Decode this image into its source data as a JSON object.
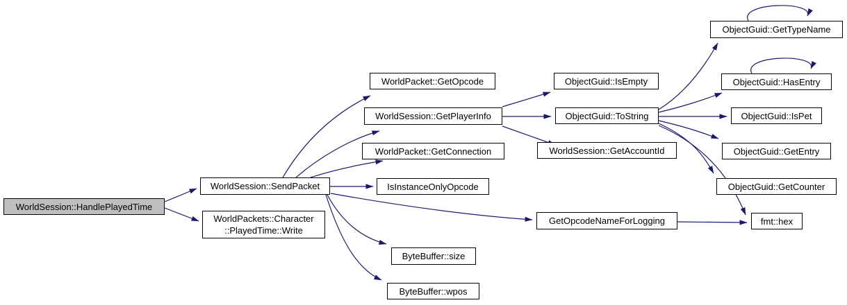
{
  "diagram": {
    "type": "call-graph",
    "colors": {
      "background": "#ffffff",
      "edge": "#191970",
      "node_border": "#000000",
      "node_fill": "#ffffff",
      "highlight_fill": "#bfbfbf",
      "text": "#000000"
    },
    "nodes": [
      {
        "id": "handle-played-time",
        "lines": [
          "WorldSession::HandlePlayedTime"
        ],
        "highlighted": true
      },
      {
        "id": "send-packet",
        "lines": [
          "WorldSession::SendPacket"
        ],
        "highlighted": false
      },
      {
        "id": "played-time-write",
        "lines": [
          "WorldPackets::Character",
          "::PlayedTime::Write"
        ],
        "highlighted": false
      },
      {
        "id": "get-opcode",
        "lines": [
          "WorldPacket::GetOpcode"
        ],
        "highlighted": false
      },
      {
        "id": "get-player-info",
        "lines": [
          "WorldSession::GetPlayerInfo"
        ],
        "highlighted": false
      },
      {
        "id": "get-connection",
        "lines": [
          "WorldPacket::GetConnection"
        ],
        "highlighted": false
      },
      {
        "id": "is-instance-only-opcode",
        "lines": [
          "IsInstanceOnlyOpcode"
        ],
        "highlighted": false
      },
      {
        "id": "byte-buffer-size",
        "lines": [
          "ByteBuffer::size"
        ],
        "highlighted": false
      },
      {
        "id": "byte-buffer-wpos",
        "lines": [
          "ByteBuffer::wpos"
        ],
        "highlighted": false
      },
      {
        "id": "get-opcode-name-for-logging",
        "lines": [
          "GetOpcodeNameForLogging"
        ],
        "highlighted": false
      },
      {
        "id": "is-empty",
        "lines": [
          "ObjectGuid::IsEmpty"
        ],
        "highlighted": false
      },
      {
        "id": "to-string",
        "lines": [
          "ObjectGuid::ToString"
        ],
        "highlighted": false
      },
      {
        "id": "get-account-id",
        "lines": [
          "WorldSession::GetAccountId"
        ],
        "highlighted": false
      },
      {
        "id": "get-type-name",
        "lines": [
          "ObjectGuid::GetTypeName"
        ],
        "highlighted": false
      },
      {
        "id": "has-entry",
        "lines": [
          "ObjectGuid::HasEntry"
        ],
        "highlighted": false
      },
      {
        "id": "is-pet",
        "lines": [
          "ObjectGuid::IsPet"
        ],
        "highlighted": false
      },
      {
        "id": "get-entry",
        "lines": [
          "ObjectGuid::GetEntry"
        ],
        "highlighted": false
      },
      {
        "id": "get-counter",
        "lines": [
          "ObjectGuid::GetCounter"
        ],
        "highlighted": false
      },
      {
        "id": "fmt-hex",
        "lines": [
          "fmt::hex"
        ],
        "highlighted": false
      }
    ],
    "edges": [
      {
        "from": "handle-played-time",
        "to": "send-packet"
      },
      {
        "from": "handle-played-time",
        "to": "played-time-write"
      },
      {
        "from": "send-packet",
        "to": "get-opcode"
      },
      {
        "from": "send-packet",
        "to": "get-player-info"
      },
      {
        "from": "send-packet",
        "to": "get-connection"
      },
      {
        "from": "send-packet",
        "to": "is-instance-only-opcode"
      },
      {
        "from": "send-packet",
        "to": "get-opcode-name-for-logging"
      },
      {
        "from": "send-packet",
        "to": "byte-buffer-size"
      },
      {
        "from": "send-packet",
        "to": "byte-buffer-wpos"
      },
      {
        "from": "get-player-info",
        "to": "is-empty"
      },
      {
        "from": "get-player-info",
        "to": "to-string"
      },
      {
        "from": "get-player-info",
        "to": "get-account-id"
      },
      {
        "from": "to-string",
        "to": "get-type-name"
      },
      {
        "from": "to-string",
        "to": "has-entry"
      },
      {
        "from": "to-string",
        "to": "is-pet"
      },
      {
        "from": "to-string",
        "to": "get-entry"
      },
      {
        "from": "to-string",
        "to": "get-counter"
      },
      {
        "from": "to-string",
        "to": "fmt-hex"
      },
      {
        "from": "get-opcode-name-for-logging",
        "to": "fmt-hex"
      },
      {
        "from": "get-type-name",
        "to": "get-type-name"
      },
      {
        "from": "has-entry",
        "to": "has-entry"
      }
    ]
  }
}
